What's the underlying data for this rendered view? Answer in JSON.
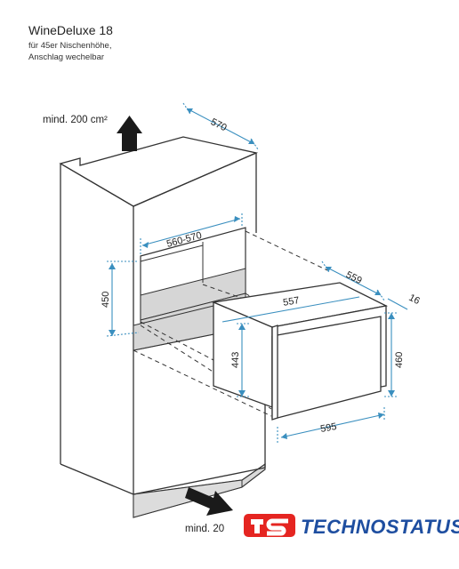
{
  "header": {
    "title": "WineDeluxe 18",
    "subtitle_line1": "für 45er Nischenhöhe,",
    "subtitle_line2": "Anschlag wechelbar"
  },
  "airflow": {
    "top_label": "mind. 200 cm²",
    "bottom_label": "mind. 20"
  },
  "dimensions": {
    "cabinet_depth": "570",
    "niche_width": "560-570",
    "niche_height": "450",
    "appliance_depth": "559",
    "appliance_body_width": "557",
    "door_thickness": "16",
    "appliance_body_height": "443",
    "front_height": "460",
    "front_width": "595"
  },
  "logo": {
    "mark": "ts",
    "brand_name": "TECHNOSTATUS",
    "colors": {
      "red": "#e52521",
      "blue": "#1e4ea0"
    }
  },
  "colors": {
    "dimension_line": "#3a8fbf",
    "cabinet_shade": "#dcdcdc",
    "outline": "#333333"
  }
}
